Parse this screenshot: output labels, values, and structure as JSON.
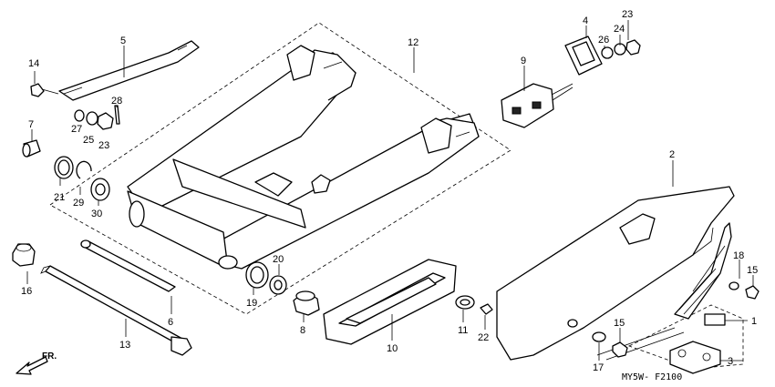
{
  "diagram_code": "MY5W- F2100",
  "front_arrow_label": "FR.",
  "callouts": {
    "c1": "1",
    "c2": "2",
    "c3": "3",
    "c4": "4",
    "c5": "5",
    "c6": "6",
    "c7": "7",
    "c8": "8",
    "c9": "9",
    "c10": "10",
    "c11": "11",
    "c12": "12",
    "c13": "13",
    "c14": "14",
    "c15a": "15",
    "c15b": "15",
    "c16": "16",
    "c17": "17",
    "c18": "18",
    "c19": "19",
    "c20": "20",
    "c21": "21",
    "c22": "22",
    "c23a": "23",
    "c23b": "23",
    "c24": "24",
    "c25": "25",
    "c26": "26",
    "c27": "27",
    "c28": "28",
    "c29": "29",
    "c30": "30"
  }
}
